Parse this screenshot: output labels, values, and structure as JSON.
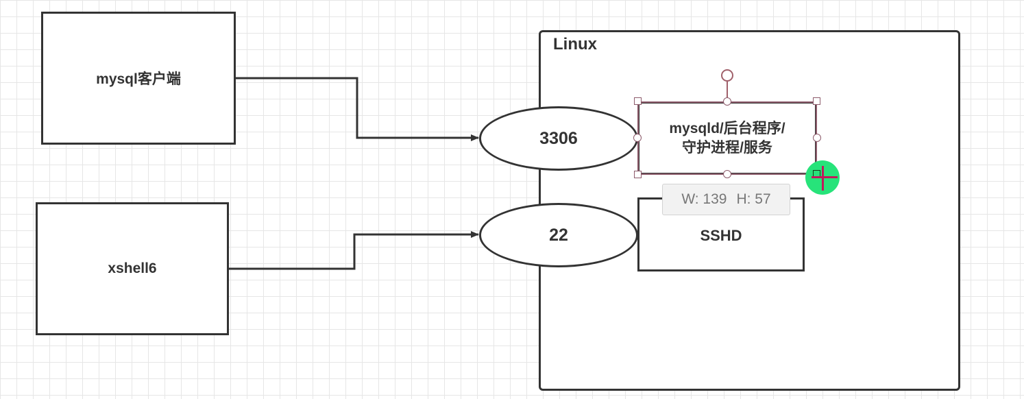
{
  "canvas": {
    "grid": true,
    "background_color": "#ffffff",
    "grid_color": "#e6e6e6"
  },
  "nodes": {
    "mysql_client": {
      "label": "mysql客户端"
    },
    "xshell": {
      "label": "xshell6"
    },
    "linux": {
      "label": "Linux"
    },
    "port_3306": {
      "label": "3306"
    },
    "port_22": {
      "label": "22"
    },
    "mysqld": {
      "line1": "mysqld/后台程序/",
      "line2": "守护进程/服务"
    },
    "sshd": {
      "label": "SSHD"
    }
  },
  "edges": [
    {
      "from": "mysql客户端",
      "to": "3306"
    },
    {
      "from": "xshell6",
      "to": "22"
    }
  ],
  "selection": {
    "target": "mysqld",
    "tooltip_w": "W: 139",
    "tooltip_h": "H: 57"
  },
  "colors": {
    "stroke": "#333333",
    "selection": "#8c5a6a",
    "cursor_halo": "#27e37a",
    "cursor_cross": "#c2185b"
  }
}
